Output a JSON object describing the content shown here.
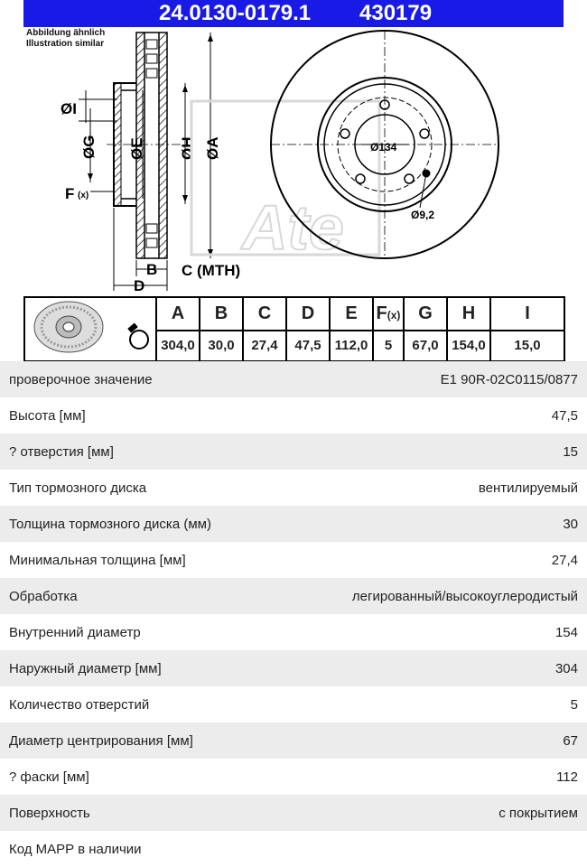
{
  "header": {
    "part_number": "24.0130-0179.1",
    "code": "430179"
  },
  "drawing": {
    "note_line1": "Abbildung ähnlich",
    "note_line2": "Illustration similar",
    "labels": {
      "i": "ØI",
      "g": "ØG",
      "e": "ØE",
      "h": "ØH",
      "a": "ØA",
      "f": "F",
      "fx": "(x)",
      "b": "B",
      "c": "C (MTH)",
      "d": "D",
      "pcd": "Ø134",
      "hole": "Ø9,2"
    }
  },
  "dimensions": {
    "headers": [
      "A",
      "B",
      "C",
      "D",
      "E",
      "F",
      "G",
      "H",
      "I"
    ],
    "f_suffix": "(x)",
    "values": [
      "304,0",
      "30,0",
      "27,4",
      "47,5",
      "112,0",
      "5",
      "67,0",
      "154,0",
      "15,0"
    ]
  },
  "specs": [
    {
      "label": "проверочное значение",
      "value": "E1 90R-02C0115/0877"
    },
    {
      "label": "Высота [мм]",
      "value": "47,5"
    },
    {
      "label": "? отверстия [мм]",
      "value": "15"
    },
    {
      "label": "Тип тормозного диска",
      "value": "вентилируемый"
    },
    {
      "label": "Толщина тормозного диска (мм)",
      "value": "30"
    },
    {
      "label": "Минимальная толщина [мм]",
      "value": "27,4"
    },
    {
      "label": "Обработка",
      "value": "легированный/высокоуглеродистый"
    },
    {
      "label": "Внутренний диаметр",
      "value": "154"
    },
    {
      "label": "Наружный диаметр [мм]",
      "value": "304"
    },
    {
      "label": "Количество отверстий",
      "value": "5"
    },
    {
      "label": "Диаметр центрирования [мм]",
      "value": "67"
    },
    {
      "label": "? фаски [мм]",
      "value": "112"
    },
    {
      "label": "Поверхность",
      "value": "с покрытием"
    },
    {
      "label": "Код MAPP в наличии",
      "value": ""
    }
  ]
}
